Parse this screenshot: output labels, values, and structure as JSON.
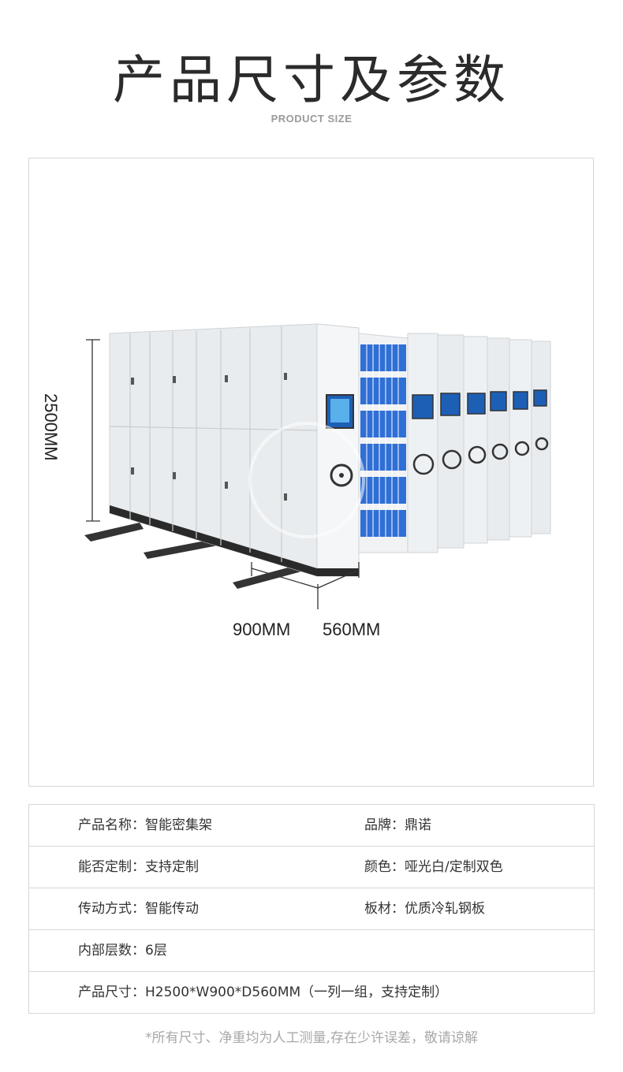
{
  "header": {
    "title": "产品尺寸及参数",
    "subtitle": "PRODUCT SIZE"
  },
  "product_image": {
    "height_label": "2500MM",
    "width_label": "900MM",
    "depth_label": "560MM"
  },
  "specs": {
    "rows": [
      {
        "left": "产品名称：智能密集架",
        "right": "品牌：鼎诺"
      },
      {
        "left": "能否定制：支持定制",
        "right": "颜色：哑光白/定制双色"
      },
      {
        "left": "传动方式：智能传动",
        "right": "板材：优质冷轧钢板"
      },
      {
        "left": "内部层数：6层",
        "right": ""
      },
      {
        "left": "产品尺寸：H2500*W900*D560MM（一列一组，支持定制）",
        "right": ""
      }
    ]
  },
  "footnote": "*所有尺寸、净重均为人工测量,存在少许误差，敬请谅解",
  "colors": {
    "cabinet": "#eceff1",
    "file_blue": "#2f6fd6",
    "border": "#d6d6d6"
  }
}
